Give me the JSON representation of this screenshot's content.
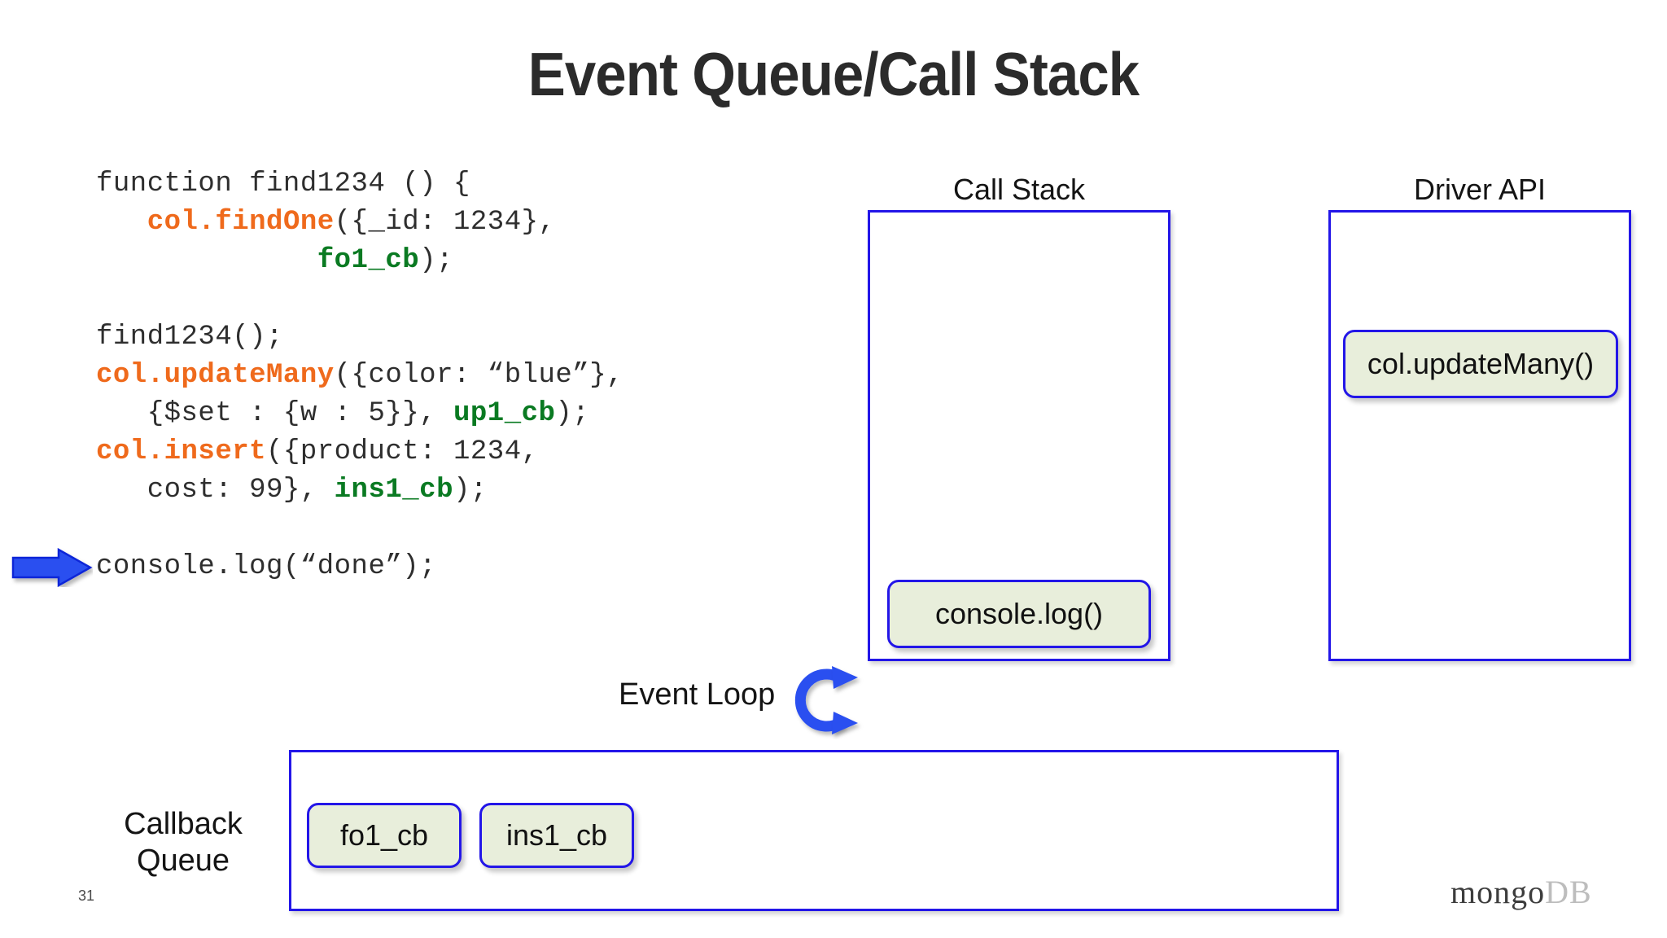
{
  "slide": {
    "title": "Event Queue/Call Stack",
    "page_number": "31",
    "background_color": "#ffffff",
    "accent_blue": "#2316e8",
    "chip_fill": "#e8eedb",
    "method_color": "#ef6a1c",
    "callback_color": "#0a7a22"
  },
  "code": {
    "lines": [
      [
        {
          "t": "function find1234 () {",
          "k": "plain"
        }
      ],
      [
        {
          "t": "   ",
          "k": "plain"
        },
        {
          "t": "col.findOne",
          "k": "method"
        },
        {
          "t": "({_id: 1234},",
          "k": "plain"
        }
      ],
      [
        {
          "t": "             ",
          "k": "plain"
        },
        {
          "t": "fo1_cb",
          "k": "callback"
        },
        {
          "t": ");",
          "k": "plain"
        }
      ],
      [
        {
          "t": "",
          "k": "plain"
        }
      ],
      [
        {
          "t": "find1234();",
          "k": "plain"
        }
      ],
      [
        {
          "t": "col.updateMany",
          "k": "method"
        },
        {
          "t": "({color: “blue”},",
          "k": "plain"
        }
      ],
      [
        {
          "t": "   {$set : {w : 5}}, ",
          "k": "plain"
        },
        {
          "t": "up1_cb",
          "k": "callback"
        },
        {
          "t": ");",
          "k": "plain"
        }
      ],
      [
        {
          "t": "col.insert",
          "k": "method"
        },
        {
          "t": "({product: 1234,",
          "k": "plain"
        }
      ],
      [
        {
          "t": "   cost: 99}, ",
          "k": "plain"
        },
        {
          "t": "ins1_cb",
          "k": "callback"
        },
        {
          "t": ");",
          "k": "plain"
        }
      ],
      [
        {
          "t": "",
          "k": "plain"
        }
      ],
      [
        {
          "t": "console.log(“done”);",
          "k": "plain"
        }
      ]
    ]
  },
  "call_stack": {
    "label": "Call Stack",
    "frames": [
      {
        "label": "console.log()"
      }
    ]
  },
  "driver_api": {
    "label": "Driver API",
    "operations": [
      {
        "label": "col.updateMany()"
      }
    ]
  },
  "event_loop": {
    "label": "Event Loop",
    "icon": "circular-arrow-icon"
  },
  "callback_queue": {
    "label_line1": "Callback",
    "label_line2": "Queue",
    "items": [
      {
        "label": "fo1_cb"
      },
      {
        "label": "ins1_cb"
      }
    ]
  },
  "pointer": {
    "icon": "right-arrow-icon",
    "points_at": "console.log(“done”);"
  },
  "branding": {
    "logo_primary": "mongo",
    "logo_secondary": "DB"
  }
}
